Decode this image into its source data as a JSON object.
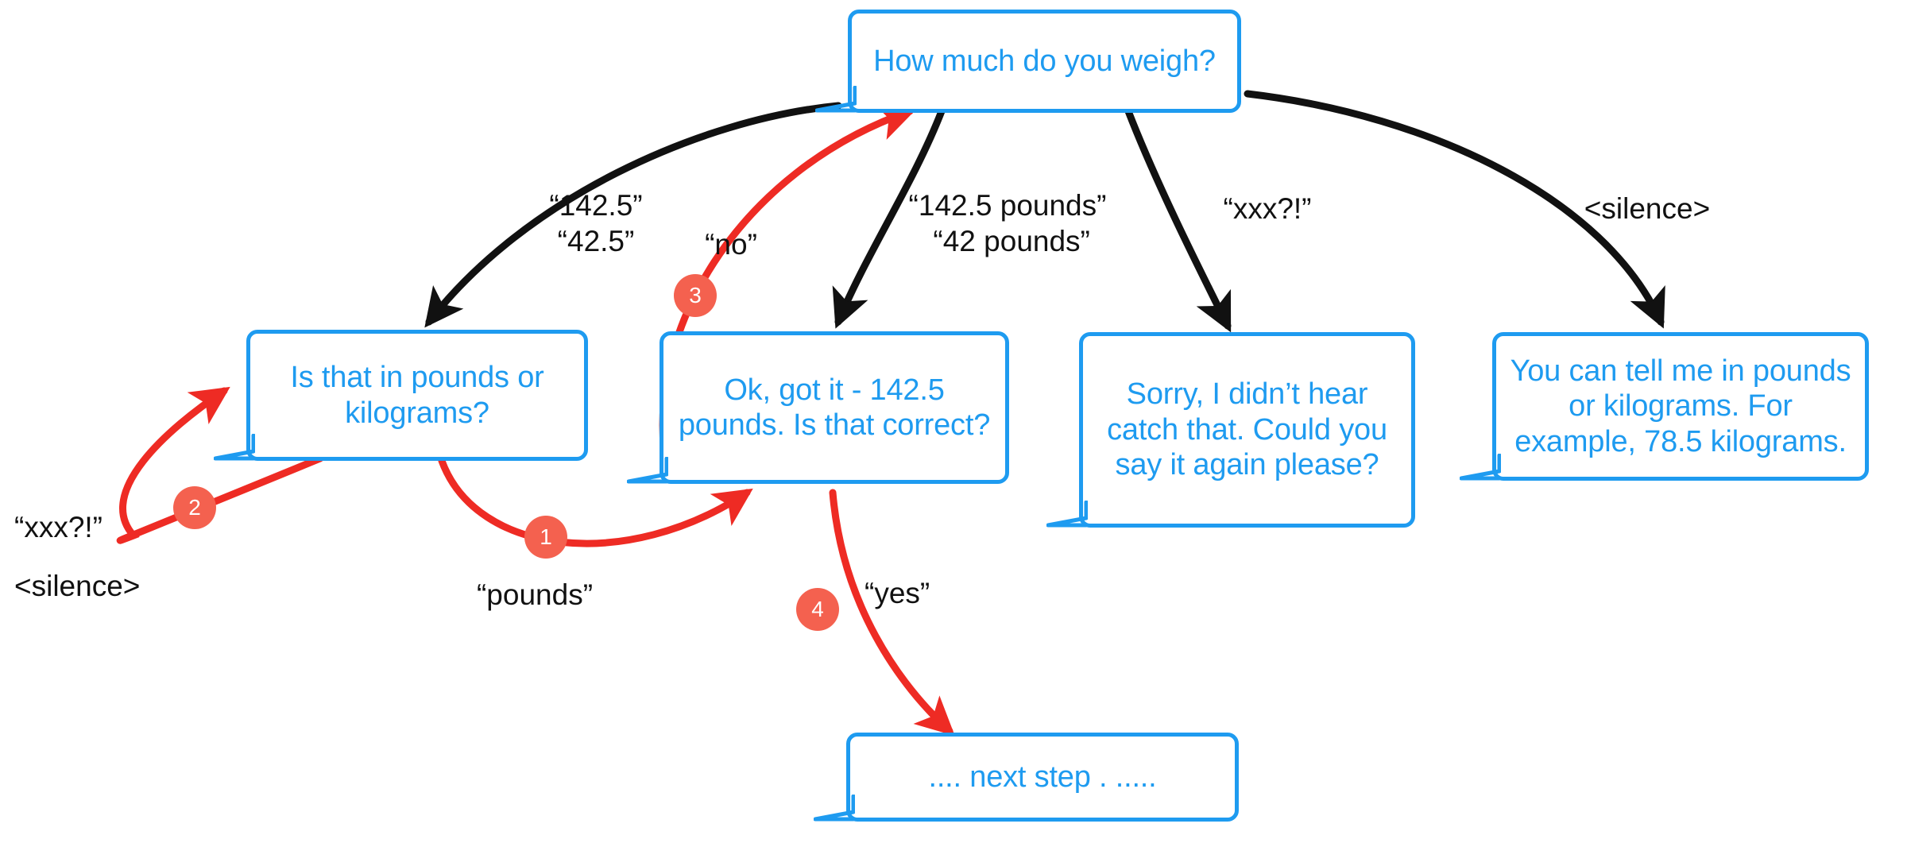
{
  "diagram": {
    "title": "Voice dialog flow - weight capture",
    "colors": {
      "bubble_blue": "#1E9BF0",
      "edge_black": "#111111",
      "edge_red": "#EE2B24",
      "badge_coral": "#F4614F",
      "background": "#FFFFFF"
    }
  },
  "bubbles": {
    "root": {
      "text": "How much do you weigh?"
    },
    "units": {
      "text": "Is that in pounds or kilograms?"
    },
    "confirm": {
      "text": "Ok, got it - 142.5 pounds. Is that correct?"
    },
    "rehear": {
      "text": "Sorry, I didn’t hear catch that. Could you say it again please?"
    },
    "help": {
      "text": "You can tell me in pounds or kilograms. For example,  78.5 kilograms."
    },
    "next": {
      "text": ".... next step . ....."
    }
  },
  "edge_labels": {
    "ambiguous_number": "“142.5”\n“42.5”",
    "no": "“no”",
    "full_answer": "“142.5 pounds”\n “42 pounds”",
    "unintelligible": "“xxx?!”",
    "silence": "<silence>",
    "units_pounds": "“pounds”",
    "units_noinput": "“xxx?!”\n\n<silence>",
    "yes": "“yes”"
  },
  "badges": [
    {
      "id": "badge-1",
      "label": "1"
    },
    {
      "id": "badge-2",
      "label": "2"
    },
    {
      "id": "badge-3",
      "label": "3"
    },
    {
      "id": "badge-4",
      "label": "4"
    }
  ]
}
